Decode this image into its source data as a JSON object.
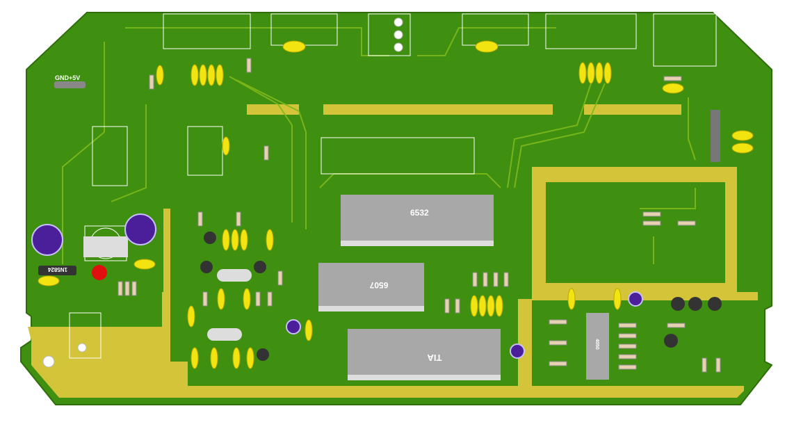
{
  "board": {
    "connector_label": "GND+5V",
    "diode_label": "1N5824",
    "chips": [
      {
        "id": "riot",
        "label": "6532"
      },
      {
        "id": "cpu",
        "label": "6507"
      },
      {
        "id": "tia",
        "label": "TIA"
      },
      {
        "id": "buffer",
        "label": "4050"
      }
    ],
    "colors": {
      "pcb": "#3f8f10",
      "copper_fill": "#d4c43a",
      "ic_body": "#a8a8a8",
      "capacitor": "#f2e411",
      "electrolytic": "#4b1f9a"
    }
  }
}
